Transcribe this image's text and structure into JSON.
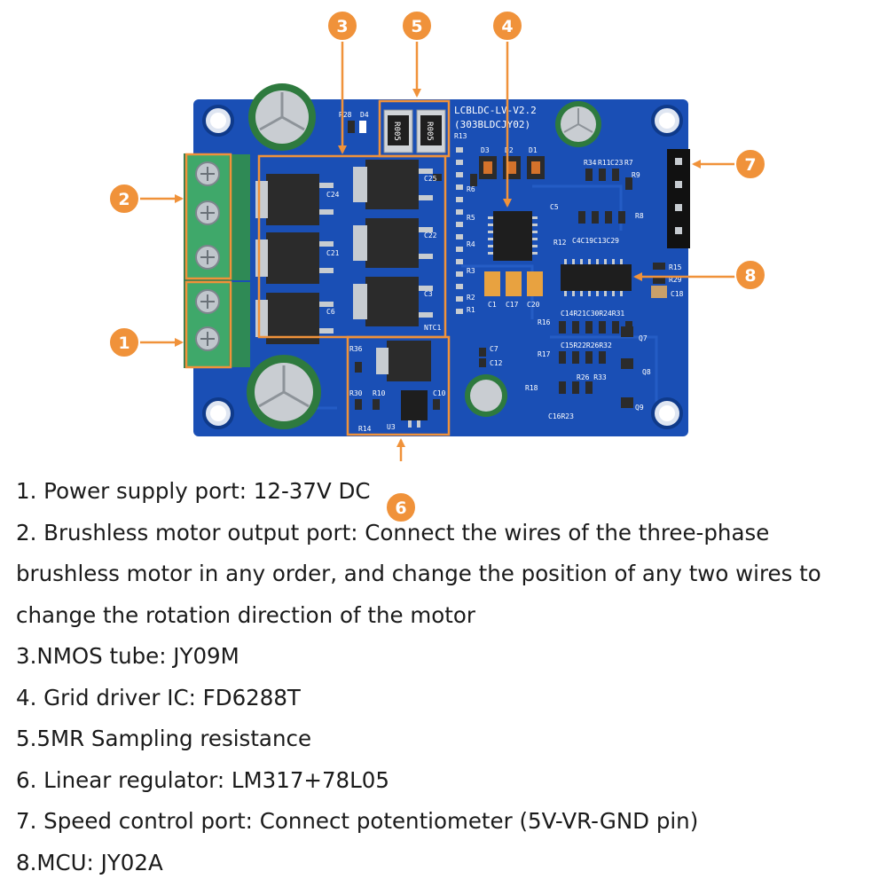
{
  "board": {
    "silkscreen_title": "LCBLDC-LV-V2.2",
    "silkscreen_subtitle": "(303BLDCJY02)",
    "resistor_marking": "R005",
    "component_labels": {
      "r28": "R28",
      "d4": "D4",
      "r13": "R13",
      "d3": "D3",
      "d2": "D2",
      "d1": "D1",
      "r6": "R6",
      "r5": "R5",
      "r4": "R4",
      "r3": "R3",
      "r2": "R2",
      "r1": "R1",
      "c1": "C1",
      "c17": "C17",
      "c20": "C20",
      "c5": "C5",
      "c24": "C24",
      "c25": "C25",
      "c21": "C21",
      "c22": "C22",
      "c6": "C6",
      "c3": "C3",
      "ntc1": "NTC1",
      "r34": "R34",
      "r11": "R11",
      "c23": "C23",
      "r7": "R7",
      "r9": "R9",
      "r8": "R8",
      "r12": "R12",
      "c4c19c13c29": "C4C19C13C29",
      "r15": "R15",
      "r29": "R29",
      "c18": "C18",
      "r16": "R16",
      "c14r21c30r24r31": "C14R21C30R24R31",
      "c15r22r26r32": "C15R22R26R32",
      "r17": "R17",
      "r26r33": "R26 R33",
      "r18": "R18",
      "c16r23": "C16R23",
      "q7": "Q7",
      "q8": "Q8",
      "q9": "Q9",
      "r36": "R36",
      "c7": "C7",
      "c12": "C12",
      "r30": "R30",
      "r10": "R10",
      "c10": "C10",
      "r14": "R14",
      "u3": "U3"
    }
  },
  "callouts": {
    "c1": "1",
    "c2": "2",
    "c3": "3",
    "c4": "4",
    "c5": "5",
    "c6": "6",
    "c7": "7",
    "c8": "8"
  },
  "descriptions": [
    "1. Power supply port: 12-37V DC",
    "2. Brushless motor output port: Connect the wires of the three-phase",
    "brushless motor in any order, and change the position of any two wires to",
    "change the rotation direction of the motor",
    "3.NMOS tube: JY09M",
    "4. Grid driver IC: FD6288T",
    "5.5MR Sampling resistance",
    "6. Linear regulator: LM317+78L05",
    "7. Speed control port: Connect potentiometer (5V-VR-GND pin)",
    "8.MCU: JY02A"
  ],
  "colors": {
    "pcb": "#1a4fb5",
    "callout": "#f0923a",
    "terminal": "#3fa86a",
    "text": "#1a1a1a"
  }
}
